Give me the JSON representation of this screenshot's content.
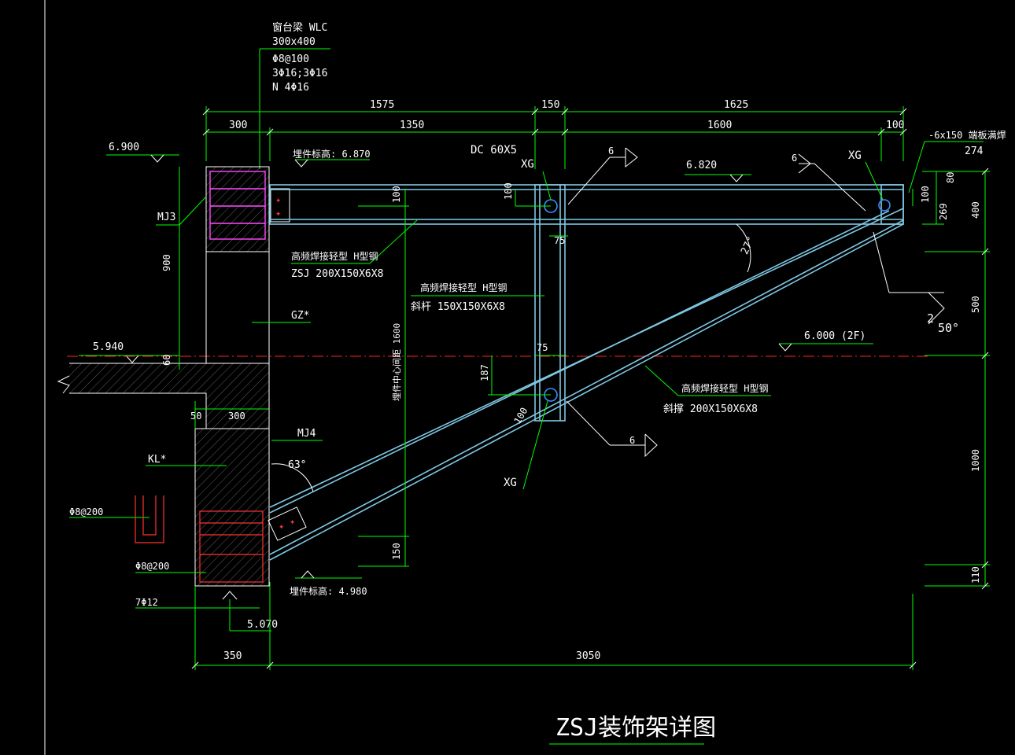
{
  "title": "ZSJ装饰架详图",
  "beam_label": {
    "line1": "窗台梁 WLC",
    "line2": "300x400",
    "line3": "Φ8@100",
    "line4": "3Φ16;3Φ16",
    "line5": "N 4Φ16"
  },
  "top_dims": [
    "1575",
    "150",
    "1625"
  ],
  "second_dims": [
    "300",
    "1350",
    "1600",
    "100"
  ],
  "plate_note": "-6x150  端板满焊",
  "plate_dim": "274",
  "levels": {
    "l6900": "6.900",
    "l6870": "埋件标高: 6.870",
    "l6820": "6.820",
    "l5940": "5.940",
    "l6000": "6.000   (2F)",
    "l4980": "埋件标高: 4.980",
    "l5070": "5.070"
  },
  "labels": {
    "dc": "DC 60X5",
    "xg1": "XG",
    "xg2": "XG",
    "xg3": "XG",
    "mj3": "MJ3",
    "mj4": "MJ4",
    "gz": "GZ*",
    "kl": "KL*",
    "weld6a": "6",
    "weld6b": "6",
    "weld6c": "6",
    "weld2": "2",
    "angle27": "27°",
    "angle63": "63°",
    "angle50": "50°",
    "rebar1": "Φ8@200",
    "rebar2": "Φ8@200",
    "rebar3": "7Φ12"
  },
  "members": {
    "zsj_title": "高频焊接轻型 H型钢",
    "zsj_spec": "ZSJ 200X150X6X8",
    "xg_title": "高频焊接轻型 H型钢",
    "xg_spec": "斜杆 150X150X6X8",
    "xc_title": "高频焊接轻型 H型钢",
    "xc_spec": "斜撑 200X150X6X8"
  },
  "inner_dims": {
    "d100a": "100",
    "d75a": "75",
    "d75b": "75",
    "d187": "187",
    "d100b": "100",
    "d1600": "埋件中心间距 1600",
    "d150": "150",
    "d100c": "100",
    "d269": "269",
    "d80": "80",
    "d900": "900",
    "d60": "60",
    "d50": "50",
    "d300": "300",
    "d100d": "100"
  },
  "right_dims": [
    "400",
    "500",
    "1000",
    "110"
  ],
  "bottom_dims": [
    "350",
    "3050"
  ]
}
